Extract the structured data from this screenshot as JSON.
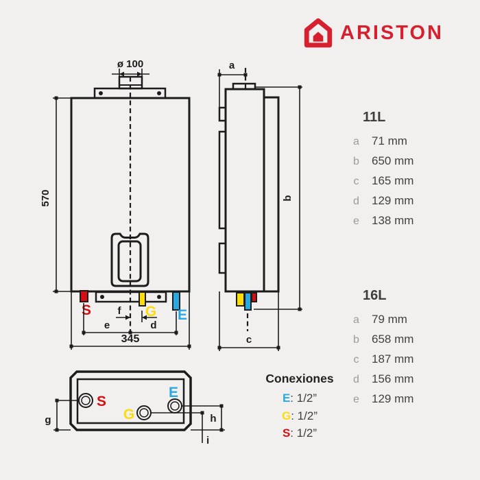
{
  "brand": {
    "name": "ARISTON"
  },
  "front_view": {
    "flue_diameter": "ø 100",
    "height": "570",
    "width": "345",
    "outlet_s": "S",
    "outlet_g": "G",
    "outlet_e": "E",
    "dim_f": "f",
    "dim_e": "e",
    "dim_d": "d"
  },
  "side_view": {
    "dim_a": "a",
    "dim_b": "b",
    "dim_c": "c"
  },
  "bottom_view": {
    "outlet_s": "S",
    "outlet_g": "G",
    "outlet_e": "E",
    "dim_g": "g",
    "dim_h": "h",
    "dim_i": "i"
  },
  "specs_11l": {
    "title": "11L",
    "rows": [
      {
        "key": "a",
        "value": "71 mm"
      },
      {
        "key": "b",
        "value": "650 mm"
      },
      {
        "key": "c",
        "value": "165 mm"
      },
      {
        "key": "d",
        "value": "129 mm"
      },
      {
        "key": "e",
        "value": "138 mm"
      }
    ]
  },
  "specs_16l": {
    "title": "16L",
    "rows": [
      {
        "key": "a",
        "value": "79 mm"
      },
      {
        "key": "b",
        "value": "658 mm"
      },
      {
        "key": "c",
        "value": "187 mm"
      },
      {
        "key": "d",
        "value": "156 mm"
      },
      {
        "key": "e",
        "value": "129 mm"
      }
    ]
  },
  "connections_legend": {
    "title": "Conexiones",
    "rows": [
      {
        "key": "E",
        "value": ": 1/2”"
      },
      {
        "key": "G",
        "value": ": 1/2”"
      },
      {
        "key": "S",
        "value": ": 1/2”"
      }
    ]
  },
  "colors": {
    "brand_red": "#d6202f",
    "outlet_red": "#d40f14",
    "outlet_yellow": "#fcdd09",
    "outlet_blue": "#2aa9e0",
    "line": "#1c1c1c",
    "background": "#f1f0ee",
    "text_dark": "#414141",
    "text_gray": "#9b9b9b"
  }
}
